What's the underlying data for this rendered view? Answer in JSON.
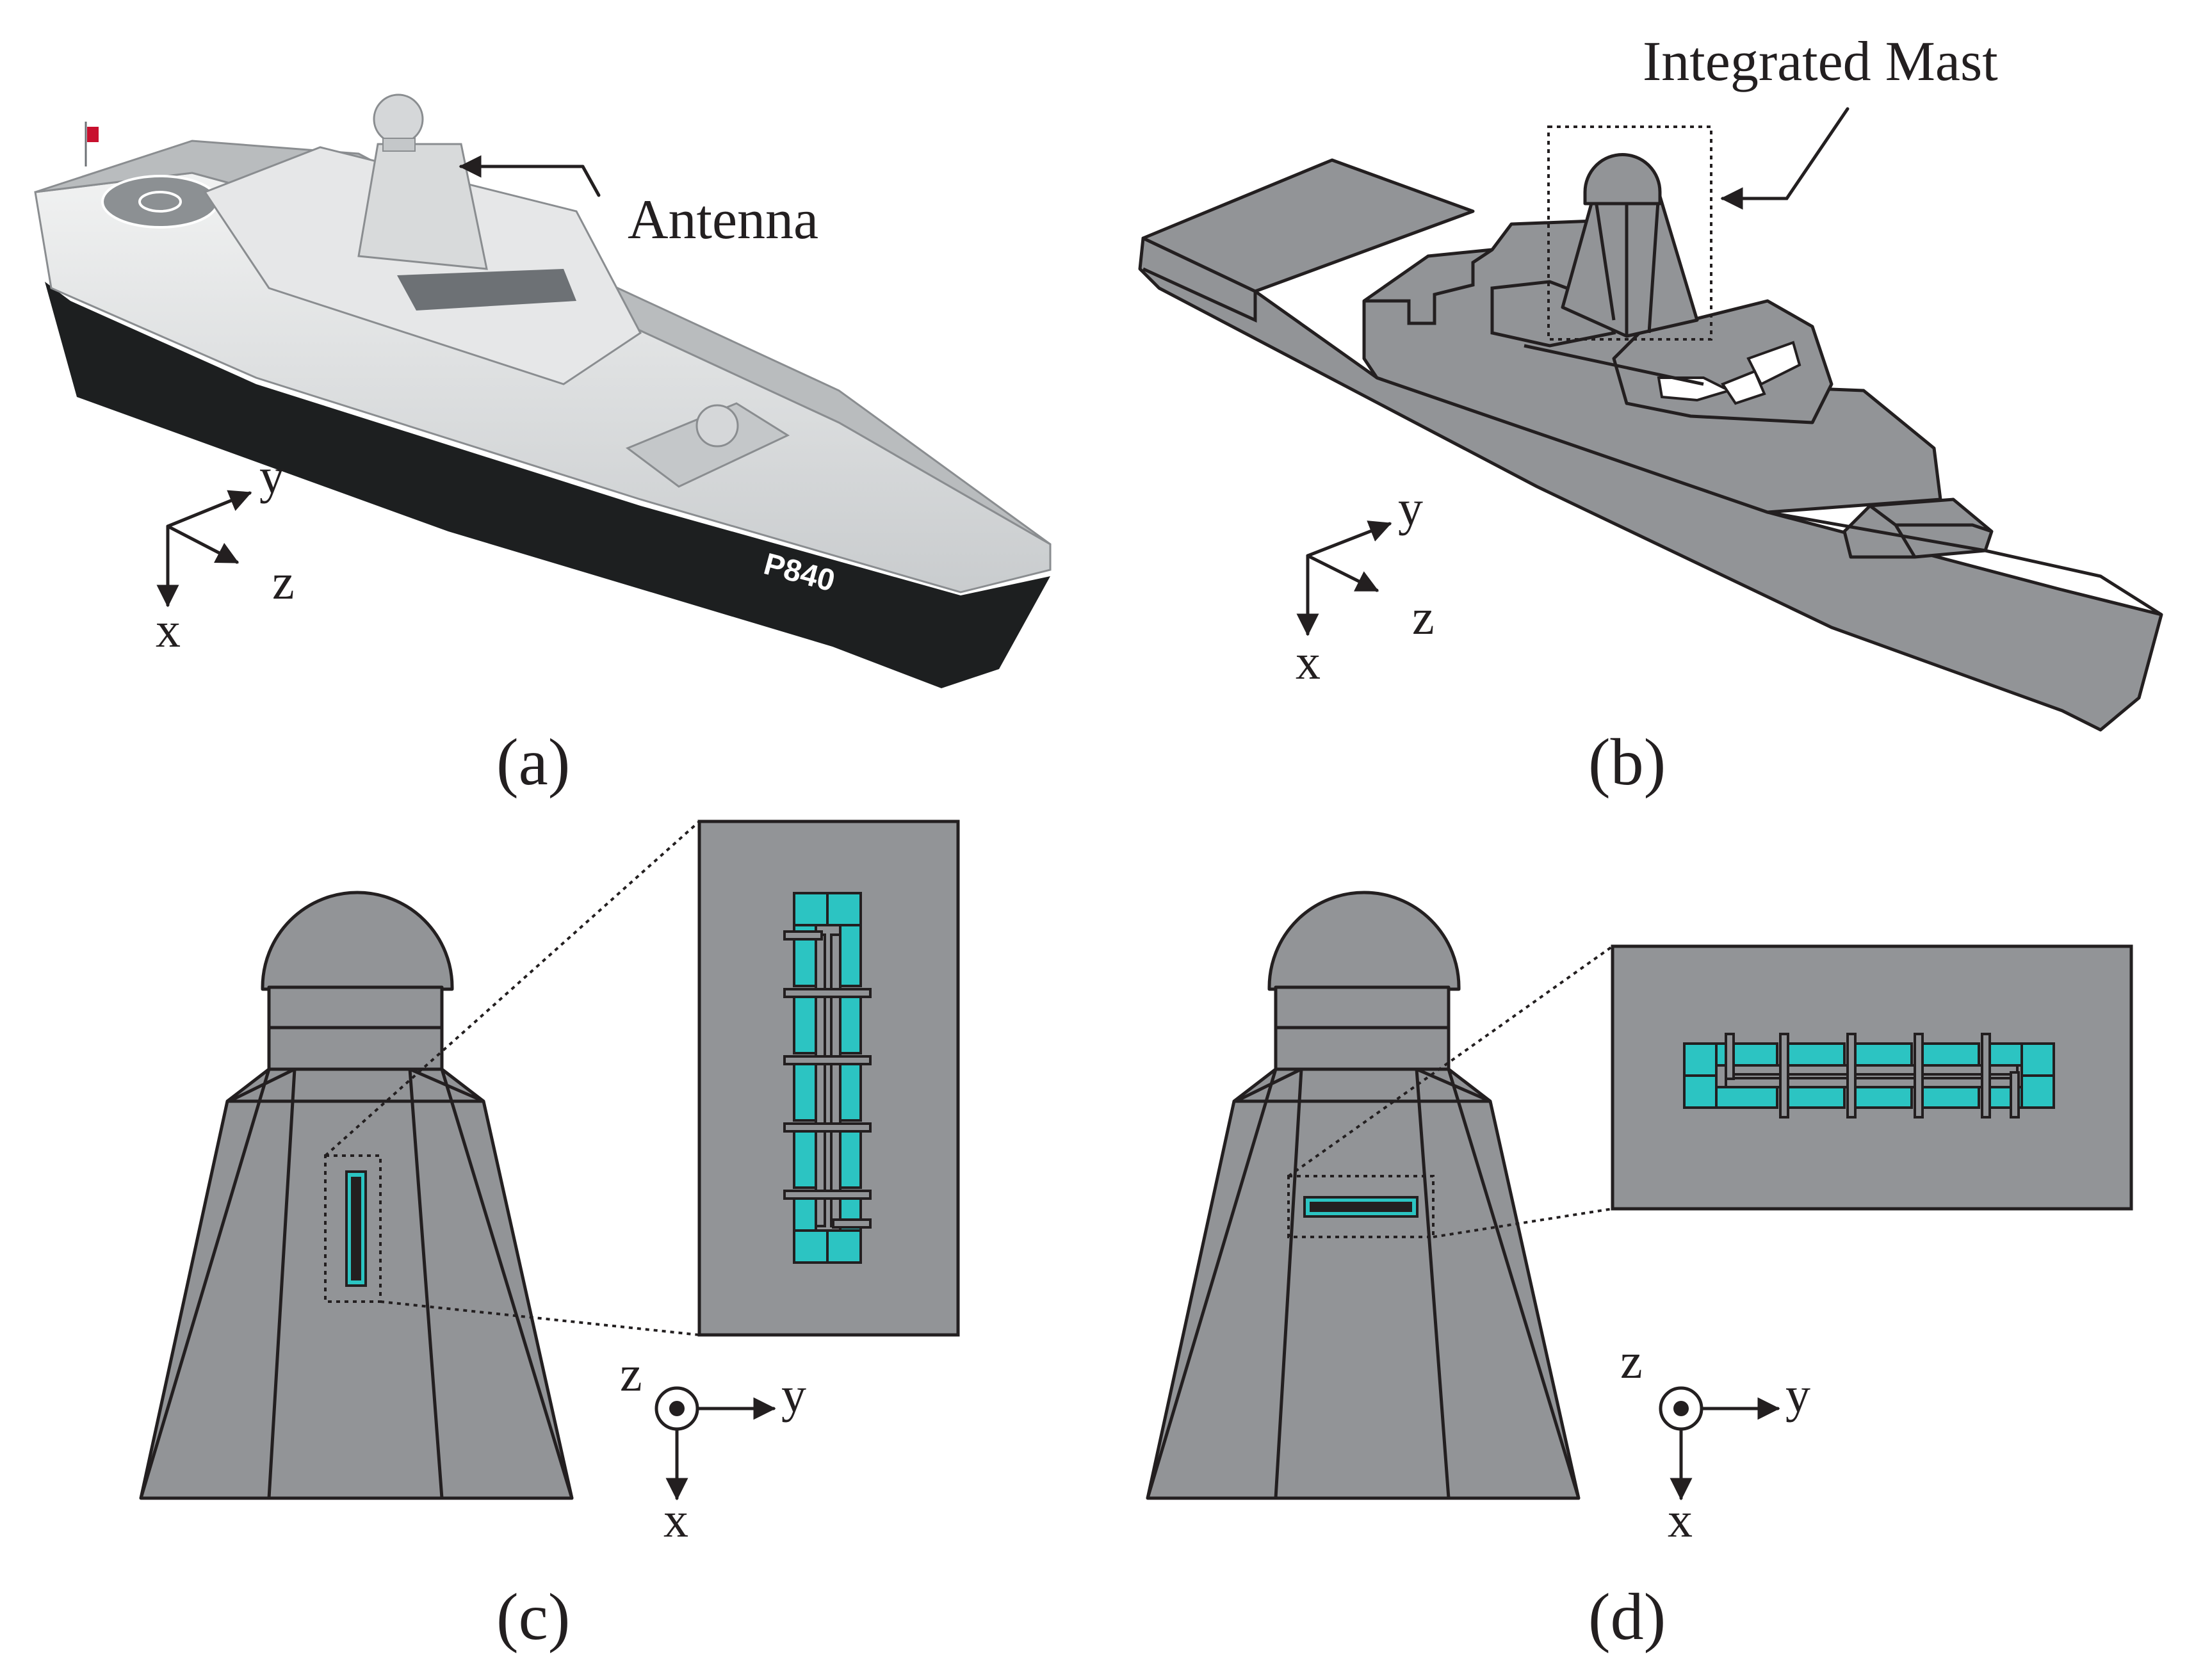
{
  "captions": {
    "a": "(a)",
    "b": "(b)",
    "c": "(c)",
    "d": "(d)"
  },
  "labels": {
    "antenna": "Antenna",
    "integrated_mast": "Integrated Mast",
    "hull_number": "P840"
  },
  "axes": {
    "x": "x",
    "y": "y",
    "z": "z"
  },
  "colors": {
    "structure": "#929497",
    "antenna_element": "#2cc4c2",
    "outline": "#231f20"
  }
}
